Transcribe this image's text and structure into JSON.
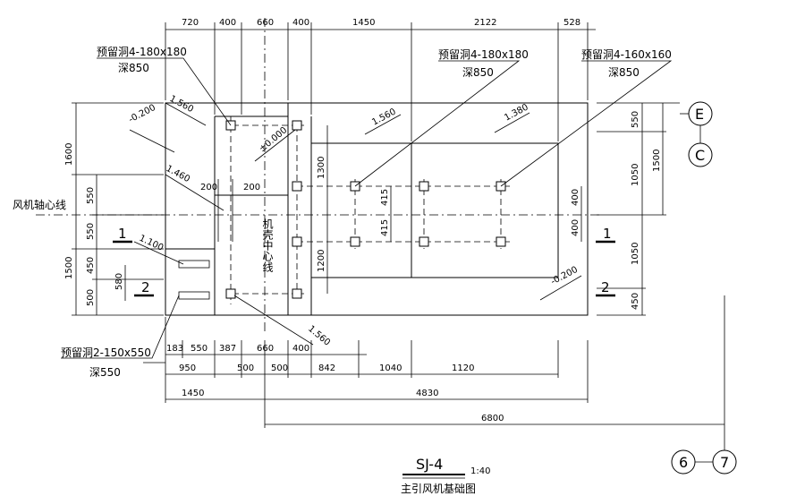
{
  "title": {
    "code": "SJ-4",
    "scale": "1:40",
    "name": "主引风机基础图"
  },
  "axes": {
    "fan_axis": "风机轴心线",
    "casing_center": "机壳中心线",
    "E": "E",
    "C": "C",
    "six": "6",
    "seven": "7"
  },
  "sections": {
    "one": "1",
    "two": "2"
  },
  "notes": {
    "hole1_a": "预留洞4-180x180",
    "hole1_b": "深850",
    "hole2_a": "预留洞4-180x180",
    "hole2_b": "深850",
    "hole3_a": "预留洞4-160x160",
    "hole3_b": "深850",
    "hole4_a": "预留洞2-150x550",
    "hole4_b": "深550"
  },
  "elevations": {
    "e1": "1.560",
    "e2": "-0.200",
    "e3": "±0.000",
    "e4": "1.560",
    "e5": "1.380",
    "e6": "1.460",
    "e7": "1.100",
    "e8": "-0.200",
    "e9": "1.560"
  },
  "dims_top": [
    "720",
    "400",
    "660",
    "400",
    "1450",
    "2122",
    "528"
  ],
  "dims_b1": [
    "183",
    "550",
    "387",
    "660",
    "400"
  ],
  "dims_b2": [
    "950",
    "500",
    "500",
    "842",
    "1040",
    "1120"
  ],
  "dims_b3": [
    "1450",
    "4830"
  ],
  "dims_b4": "6800",
  "dims_left1": [
    "1600",
    "1500"
  ],
  "dims_left2": [
    "550",
    "550",
    "450",
    "500"
  ],
  "dims_left_in": "580",
  "dims_right1": [
    "550",
    "1050",
    "1050",
    "450"
  ],
  "dims_right2": "1500",
  "dims_inner": {
    "d1300": "1300",
    "d1200": "1200",
    "d415a": "415",
    "d415b": "415",
    "d400a": "400",
    "d400b": "400",
    "d200a": "200",
    "d200b": "200"
  }
}
